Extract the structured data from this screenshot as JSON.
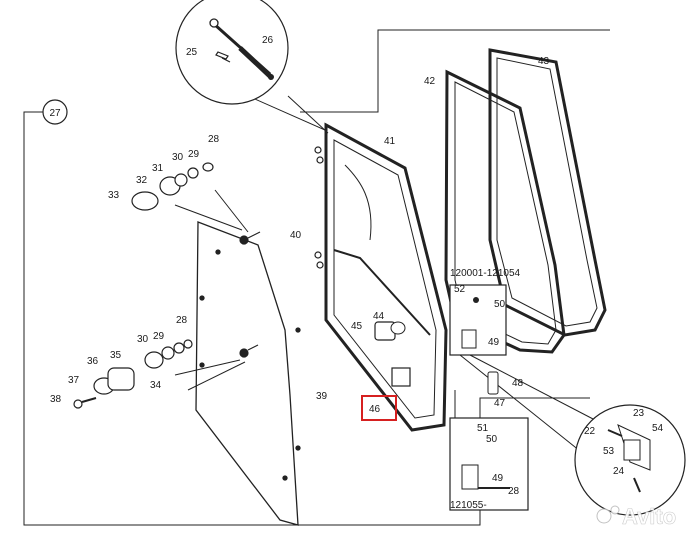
{
  "diagram": {
    "callouts": {
      "c25": "25",
      "c26": "26",
      "c27": "27",
      "c28a": "28",
      "c31": "31",
      "c30a": "30",
      "c29a": "29",
      "c32": "32",
      "c33": "33",
      "c41": "41",
      "c42": "42",
      "c43": "43",
      "c40": "40",
      "c44": "44",
      "c45": "45",
      "c46": "46",
      "c52a": "52",
      "c50a": "50",
      "c49a": "49",
      "c48": "48",
      "c47": "47",
      "c28b": "28",
      "c30b": "30",
      "c29b": "29",
      "c36": "36",
      "c35": "35",
      "c34": "34",
      "c37": "37",
      "c38": "38",
      "c39": "39",
      "c23": "23",
      "c22": "22",
      "c54": "54",
      "c53": "53",
      "c24": "24",
      "c51": "51",
      "c50b": "50",
      "c49b": "49",
      "c28c": "28"
    },
    "serial_ranges": {
      "upper": "120001-121054",
      "lower": "121055-"
    },
    "highlighted_callout": "46",
    "highlight_color": "#d62020",
    "watermark": "Avito"
  }
}
